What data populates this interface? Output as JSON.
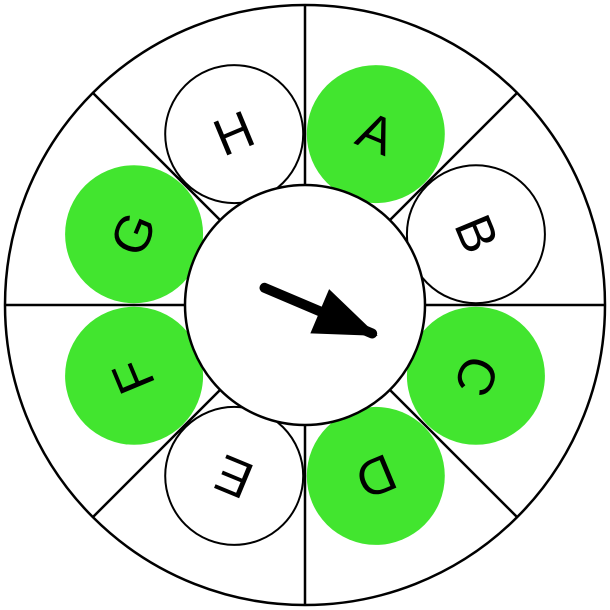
{
  "wheel": {
    "sectors": [
      {
        "label": "A",
        "active": true
      },
      {
        "label": "B",
        "active": false
      },
      {
        "label": "C",
        "active": true
      },
      {
        "label": "D",
        "active": true
      },
      {
        "label": "E",
        "active": false
      },
      {
        "label": "F",
        "active": true
      },
      {
        "label": "G",
        "active": true
      },
      {
        "label": "H",
        "active": false
      }
    ],
    "pointer": {
      "icon": "arrow-pointer-icon",
      "heading_degrees": 113
    }
  },
  "colors": {
    "active": "#42e52f",
    "inactive": "#ffffff",
    "stroke": "#000000"
  }
}
